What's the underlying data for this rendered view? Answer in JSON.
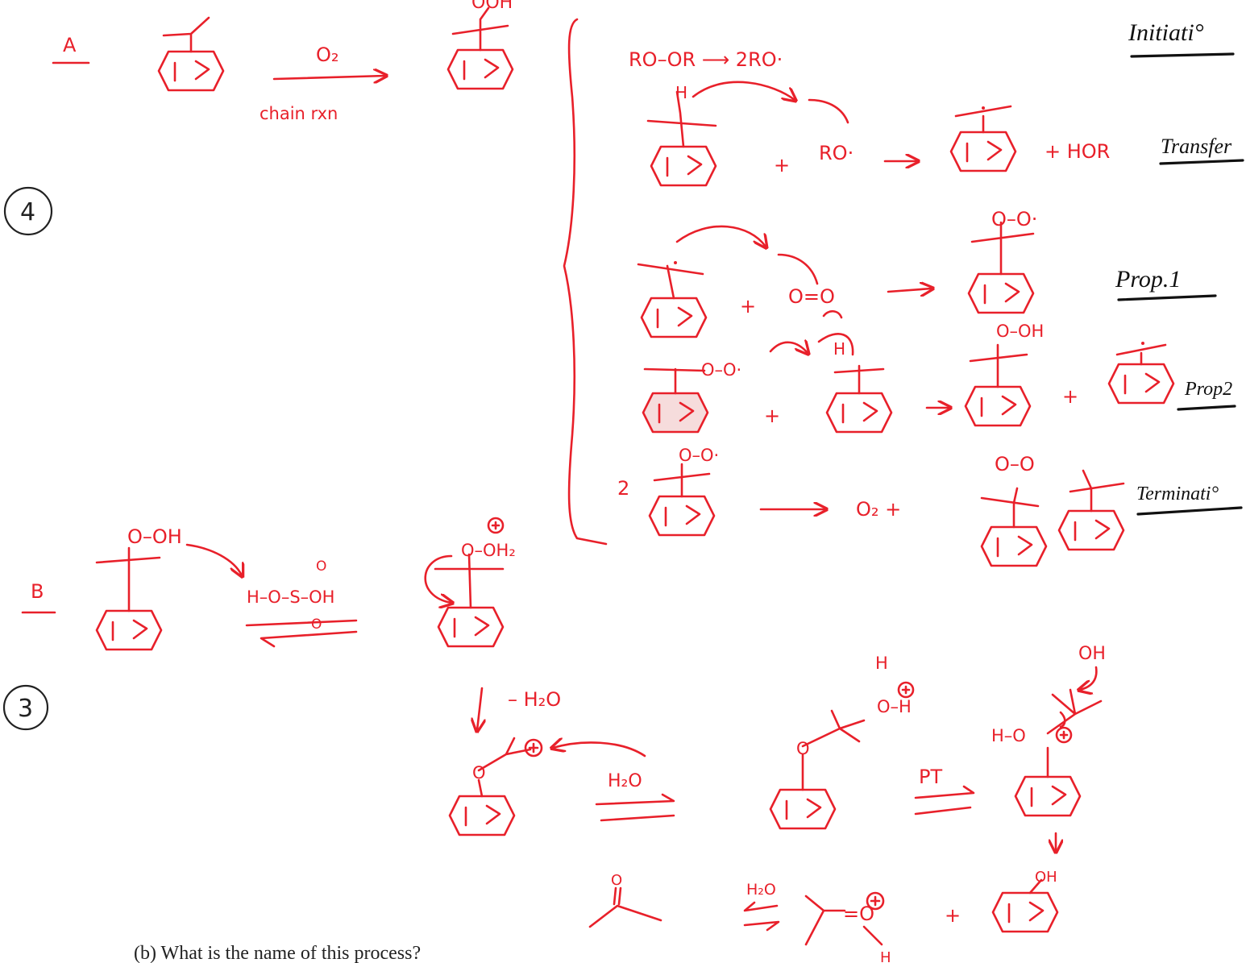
{
  "labels": {
    "part_a": "A",
    "part_b": "B",
    "circle_4": "4",
    "circle_3": "3",
    "o2_reagent": "O₂",
    "chain_rxn": "chain rxn",
    "product_ooh": "OOH",
    "initiation_eq": "RO–OR ⟶ 2RO·",
    "ro_radical": "RO·",
    "hor": "+ HOR",
    "h_atom": "H",
    "o2_double": "O=O",
    "peroxy_radical": "O–O·",
    "hydroperoxide": "O–OH",
    "coefficient_2": "2",
    "o2_plus": "O₂ +",
    "dimer_oo": "O–O",
    "step_initiation": "Initiati°",
    "step_transfer": "Transfer",
    "step_prop1": "Prop.1",
    "step_prop2": "Prop2",
    "step_termination": "Terminati°",
    "b_ooh": "O–OH",
    "sulfuric_acid": "H–O–S–OH",
    "s_oxo_top": "O",
    "s_oxo_bottom": "O",
    "protonated": "O–OH₂",
    "minus_h2o": "– H₂O",
    "oxocarbenium_o": "O",
    "water_add": "H₂O",
    "water_h": "H",
    "oxonium": "O–H",
    "pt": "PT",
    "oh_leaving": "OH",
    "h_o_plus": "H–O",
    "acetone_o": "O",
    "h2o_eq": "H₂O",
    "protonated_acetone": "=O",
    "protonated_acetone_h": "H",
    "phenol_oh": "OH",
    "plus": "+",
    "question": "(b) What is the name of this process?"
  },
  "colors": {
    "ink": "#e8202a",
    "annotation": "#111111"
  }
}
